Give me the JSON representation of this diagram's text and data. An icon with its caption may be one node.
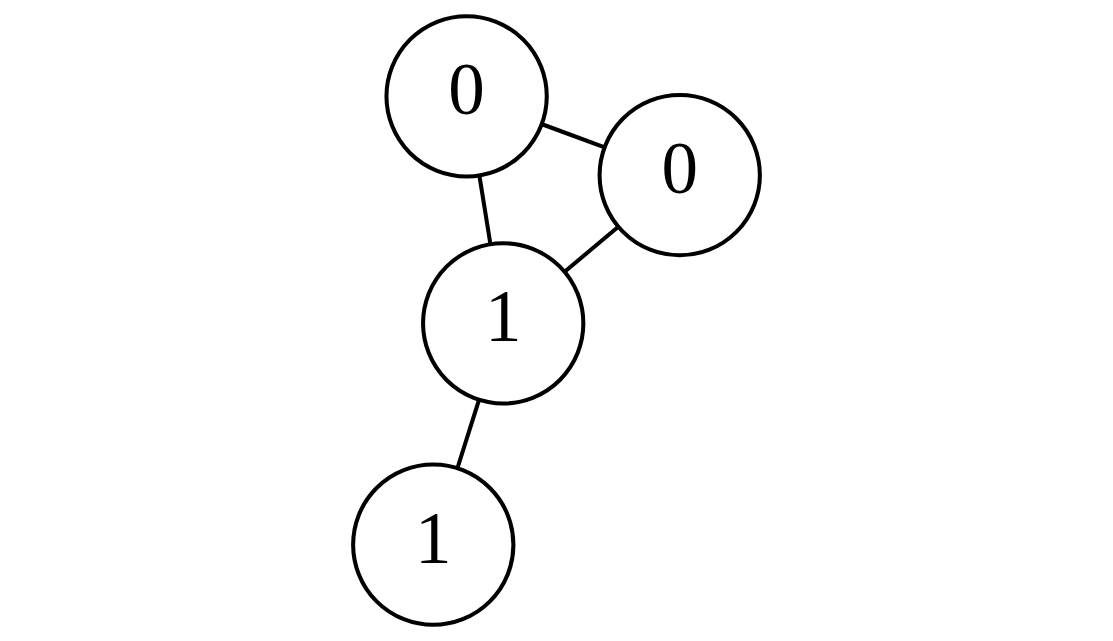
{
  "diagram": {
    "nodes": [
      {
        "text": [
          "1"
        ]
      },
      {
        "text": [
          "0"
        ]
      },
      {
        "text": [
          "1"
        ]
      },
      {
        "text": [
          "0"
        ]
      }
    ],
    "edges": [
      {
        "from": 0,
        "to": 1,
        "arrow": "none"
      },
      {
        "from": 0,
        "to": 3,
        "arrow": "none"
      },
      {
        "from": 0,
        "to": 2,
        "arrow": "none"
      },
      {
        "from": 1,
        "to": 3,
        "arrow": "none"
      }
    ]
  }
}
